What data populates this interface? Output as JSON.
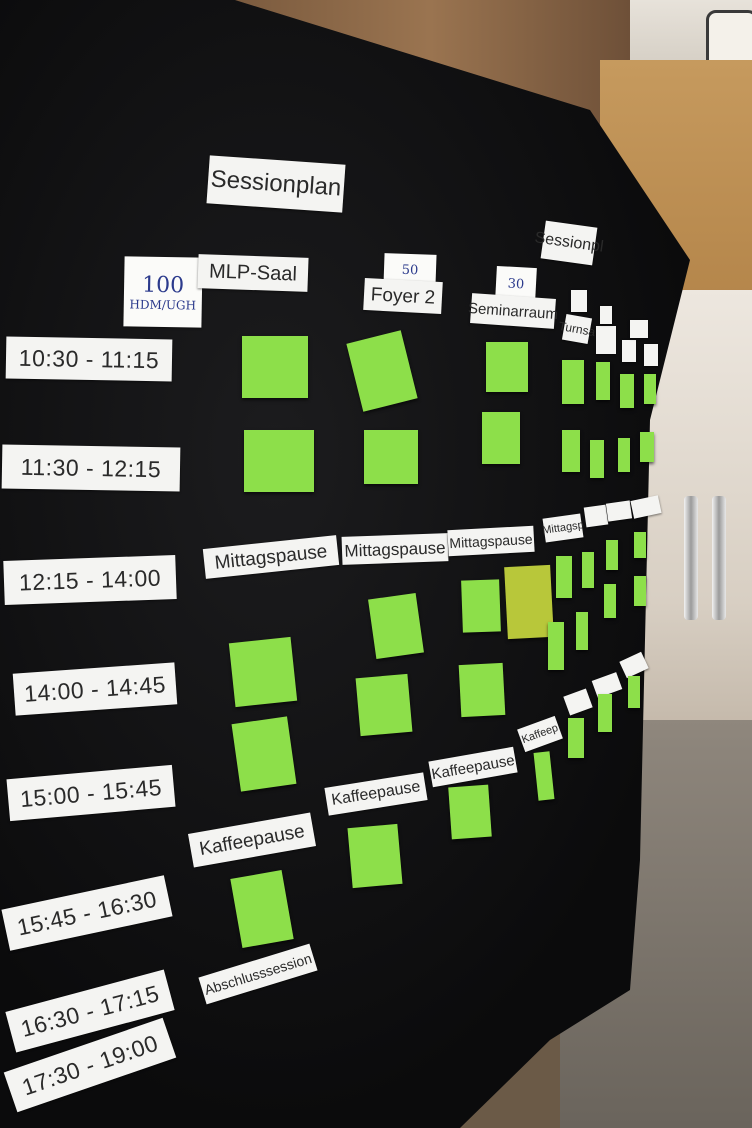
{
  "board": {
    "title": "Sessionplan",
    "title_right": "Sessionpl",
    "rooms": [
      {
        "name": "MLP-Saal",
        "capacity": "100",
        "note": "HDM/UGH"
      },
      {
        "name": "Foyer 2",
        "capacity": "50"
      },
      {
        "name": "Seminarraum",
        "capacity": "30"
      },
      {
        "name": "Turnsa"
      }
    ],
    "times": [
      "10:30 - 11:15",
      "11:30 - 12:15",
      "12:15 - 14:00",
      "14:00 - 14:45",
      "15:00 - 15:45",
      "15:45 - 16:30",
      "16:30 - 17:15",
      "17:30 - 19:00"
    ],
    "breaks": {
      "lunch": "Mittagspause",
      "lunch_short": "Mittagsp",
      "coffee": "Kaffeepause",
      "coffee_short": "Kaffeep",
      "closing": "Abschlusssession"
    }
  },
  "colors": {
    "note_green": "#8ddf4a",
    "note_yellow": "#b8c73a",
    "board": "#111112"
  }
}
